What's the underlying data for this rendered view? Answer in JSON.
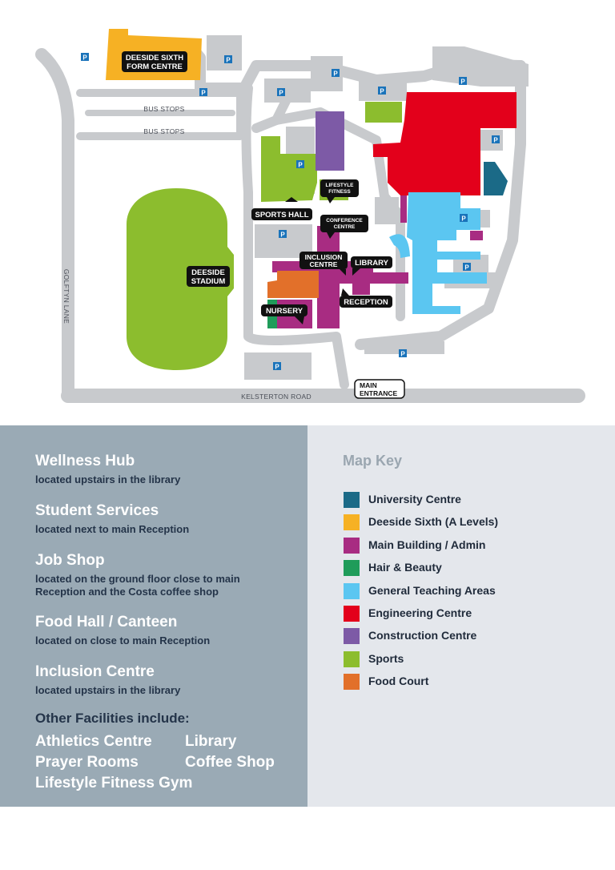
{
  "colors": {
    "road": "#c8cacd",
    "university": "#1b6a87",
    "sixth": "#f6b124",
    "main": "#a82c82",
    "hair": "#1f9c5a",
    "teaching": "#5bc6f1",
    "engineering": "#e3001b",
    "construction": "#7d5aa6",
    "sports": "#8cbd2e",
    "food": "#e2702a",
    "parking": "#1a73ba",
    "info_panel": "#9aaab5",
    "key_panel": "#e4e7ec"
  },
  "map": {
    "parking_symbol": "P",
    "roads": {
      "bus_stops_upper": "BUS STOPS",
      "bus_stops_lower": "BUS STOPS",
      "golftyn_lane": "GOLFTYN LANE",
      "kelsterton_road": "KELSTERTON ROAD"
    },
    "labels": {
      "deeside_sixth_line1": "DEESIDE SIXTH",
      "deeside_sixth_line2": "FORM CENTRE",
      "stadium_line1": "DEESIDE",
      "stadium_line2": "STADIUM",
      "sports_hall": "SPORTS HALL",
      "lifestyle_line1": "LIFESTYLE",
      "lifestyle_line2": "FITNESS",
      "conference_line1": "CONFERENCE",
      "conference_line2": "CENTRE",
      "inclusion_line1": "INCLUSION",
      "inclusion_line2": "CENTRE",
      "library": "LIBRARY",
      "reception": "RECEPTION",
      "nursery": "NURSERY",
      "main_entrance_line1": "MAIN",
      "main_entrance_line2": "ENTRANCE"
    }
  },
  "services": [
    {
      "title": "Wellness Hub",
      "note": "located upstairs in the library"
    },
    {
      "title": "Student Services",
      "note": "located next to main Reception"
    },
    {
      "title": "Job Shop",
      "note": "located on the ground floor close to main\nReception and the Costa coffee shop"
    },
    {
      "title": "Food Hall / Canteen",
      "note": "located on close to main Reception"
    },
    {
      "title": "Inclusion Centre",
      "note": "located upstairs in the library"
    }
  ],
  "other_facilities": {
    "heading": "Other Facilities include:",
    "items": [
      "Athletics Centre",
      "Library",
      "Prayer Rooms",
      "Coffee Shop",
      "Lifestyle Fitness Gym"
    ]
  },
  "map_key": {
    "heading": "Map Key",
    "items": [
      {
        "label": "University Centre",
        "color": "#1b6a87"
      },
      {
        "label": "Deeside Sixth (A Levels)",
        "color": "#f6b124"
      },
      {
        "label": "Main Building / Admin",
        "color": "#a82c82"
      },
      {
        "label": "Hair & Beauty",
        "color": "#1f9c5a"
      },
      {
        "label": "General Teaching Areas",
        "color": "#5bc6f1"
      },
      {
        "label": "Engineering Centre",
        "color": "#e3001b"
      },
      {
        "label": "Construction Centre",
        "color": "#7d5aa6"
      },
      {
        "label": "Sports",
        "color": "#8cbd2e"
      },
      {
        "label": "Food Court",
        "color": "#e2702a"
      }
    ]
  }
}
